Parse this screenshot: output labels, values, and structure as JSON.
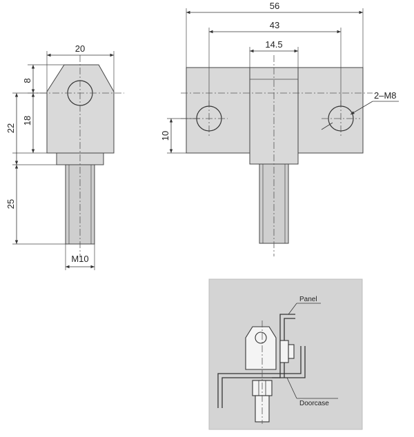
{
  "dimensions": {
    "side_width": "20",
    "side_top": "8",
    "side_hole": "18",
    "side_head": "22",
    "side_stem": "25",
    "side_thread": "M10",
    "front_overall": "56",
    "front_holes": "43",
    "front_center": "14.5",
    "front_hole_height": "10",
    "front_holes_note": "2–M8"
  },
  "install_labels": {
    "panel": "Panel",
    "doorcase": "Doorcase"
  }
}
